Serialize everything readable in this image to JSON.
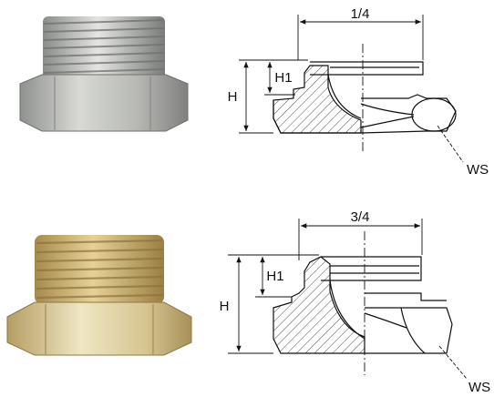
{
  "figures": [
    {
      "id": "top",
      "photo": {
        "material": "steel-nickel",
        "thread_color": "#bdbfbd",
        "hex_color": "#c9cac6"
      },
      "drawing": {
        "dimension_width": "1/4",
        "dimension_height": "H",
        "dimension_height_inner": "H1",
        "wrench_size": "WS"
      }
    },
    {
      "id": "bottom",
      "photo": {
        "material": "brass",
        "thread_color": "#c8b27a",
        "hex_color": "#dccfa3"
      },
      "drawing": {
        "dimension_width": "3/4",
        "dimension_height": "H",
        "dimension_height_inner": "H1",
        "wrench_size": "WS"
      }
    }
  ],
  "colors": {
    "line": "#111111",
    "background": "#ffffff"
  }
}
